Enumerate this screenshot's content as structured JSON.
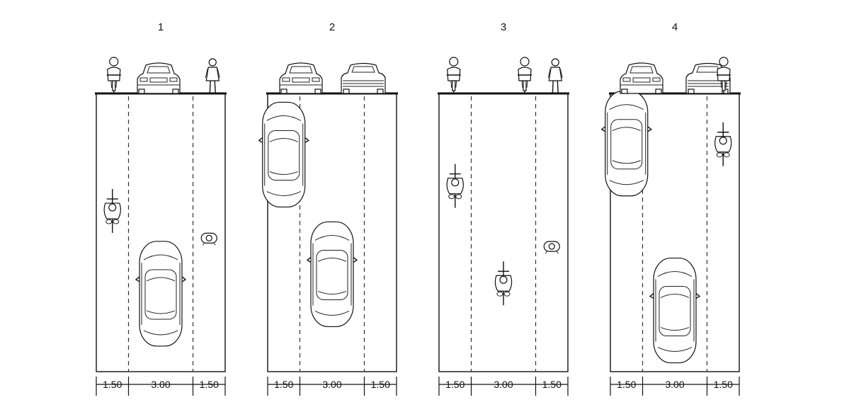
{
  "diagram": {
    "panels": [
      {
        "number": "1",
        "lanes": [
          "1.50",
          "3.00",
          "1.50"
        ],
        "elevation": [
          "cyclist-front",
          "car-front",
          "pedestrian"
        ],
        "plan": [
          {
            "type": "bike",
            "lane": 0,
            "v": 0.42
          },
          {
            "type": "car",
            "lane": 1,
            "v": 0.72
          },
          {
            "type": "pedestrian",
            "lane": 2,
            "v": 0.52
          }
        ]
      },
      {
        "number": "2",
        "lanes": [
          "1.50",
          "3.00",
          "1.50"
        ],
        "elevation": [
          "car-front",
          "car-rear"
        ],
        "plan": [
          {
            "type": "car",
            "lane": 0,
            "v": 0.22
          },
          {
            "type": "car",
            "lane": 1,
            "v": 0.65
          }
        ]
      },
      {
        "number": "3",
        "lanes": [
          "1.50",
          "3.00",
          "1.50"
        ],
        "elevation": [
          "cyclist-front",
          "cyclist-rear",
          "pedestrian"
        ],
        "plan": [
          {
            "type": "bike",
            "lane": 0,
            "v": 0.33
          },
          {
            "type": "bike",
            "lane": 1,
            "v": 0.68
          },
          {
            "type": "pedestrian",
            "lane": 2,
            "v": 0.55
          }
        ]
      },
      {
        "number": "4",
        "lanes": [
          "1.50",
          "3.00",
          "1.50"
        ],
        "elevation": [
          "car-front",
          "car-rear-cyclist"
        ],
        "plan": [
          {
            "type": "car",
            "lane": 0,
            "v": 0.18
          },
          {
            "type": "bike",
            "lane": 2,
            "v": 0.18
          },
          {
            "type": "car",
            "lane": 1,
            "v": 0.78
          }
        ]
      }
    ]
  }
}
